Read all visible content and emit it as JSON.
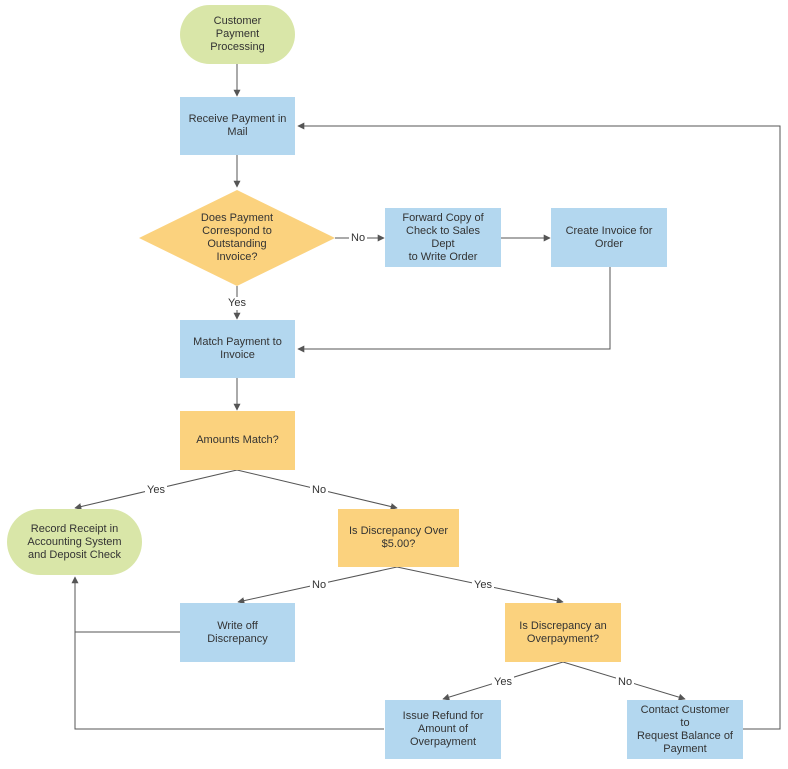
{
  "colors": {
    "terminal": "#d9e6a8",
    "process": "#b3d7ef",
    "decision": "#fbd27e",
    "connector": "#555555"
  },
  "nodes": {
    "start": "Customer\nPayment\nProcessing",
    "receive": "Receive Payment in\nMail",
    "correspond": "Does Payment\nCorrespond to\nOutstanding\nInvoice?",
    "forward": "Forward Copy of\nCheck to Sales Dept\nto Write Order",
    "create_invoice": "Create Invoice for\nOrder",
    "match": "Match Payment to\nInvoice",
    "amounts_match": "Amounts Match?",
    "record": "Record Receipt in\nAccounting System\nand Deposit Check",
    "over5": "Is Discrepancy Over\n$5.00?",
    "writeoff": "Write off\nDiscrepancy",
    "overpayment": "Is Discrepancy an\nOverpayment?",
    "refund": "Issue Refund for\nAmount of\nOverpayment",
    "contact": "Contact Customer to\nRequest Balance of\nPayment"
  },
  "edge_labels": {
    "correspond_no": "No",
    "correspond_yes": "Yes",
    "amounts_yes": "Yes",
    "amounts_no": "No",
    "over5_no": "No",
    "over5_yes": "Yes",
    "overpay_yes": "Yes",
    "overpay_no": "No"
  }
}
